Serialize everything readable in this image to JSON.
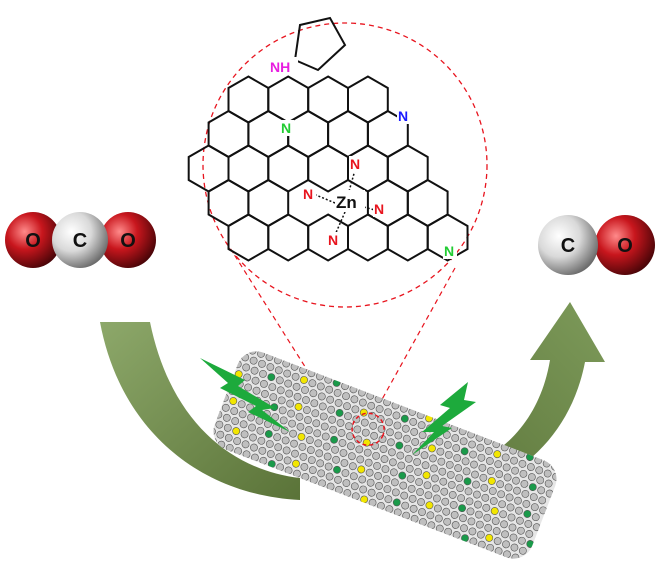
{
  "colors": {
    "nitrogen_red": "#e8141e",
    "nitrogen_green": "#22cc33",
    "nitrogen_blue": "#1a1aff",
    "nh_magenta": "#e81ee0",
    "arrow_green": "#6f8a4a",
    "bolt_green": "#1daa3c",
    "oxygen": "#c8161d",
    "carbon": "#d9d9d9"
  },
  "molecule": {
    "nh": "NH",
    "n_green_1": "N",
    "n_blue": "N",
    "n_red_top": "N",
    "n_red_left": "N",
    "n_red_right": "N",
    "n_red_bottom": "N",
    "n_green_2": "N",
    "metal": "Zn"
  },
  "reactant": {
    "atoms": [
      "O",
      "C",
      "O"
    ]
  },
  "product": {
    "atoms": [
      "C",
      "O"
    ]
  }
}
